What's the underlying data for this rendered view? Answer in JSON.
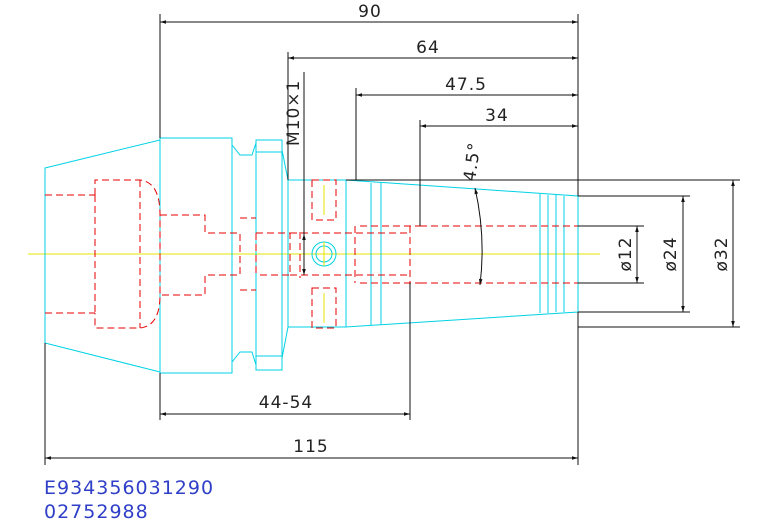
{
  "dimensions": {
    "overall_length": "90",
    "length_64": "64",
    "length_47_5": "47.5",
    "length_34": "34",
    "thread": "M10×1",
    "angle": "4.5°",
    "clamping_range": "44-54",
    "total_length": "115",
    "dia_12": "ø12",
    "dia_24": "ø24",
    "dia_32": "ø32"
  },
  "codes": {
    "line1": "E934356031290",
    "line2": "02752988"
  },
  "colors": {
    "outline": "#00d2e6",
    "hidden": "#e60000",
    "centerline": "#e6e600",
    "dimension": "#111111",
    "code_text": "#2f3fc8"
  }
}
